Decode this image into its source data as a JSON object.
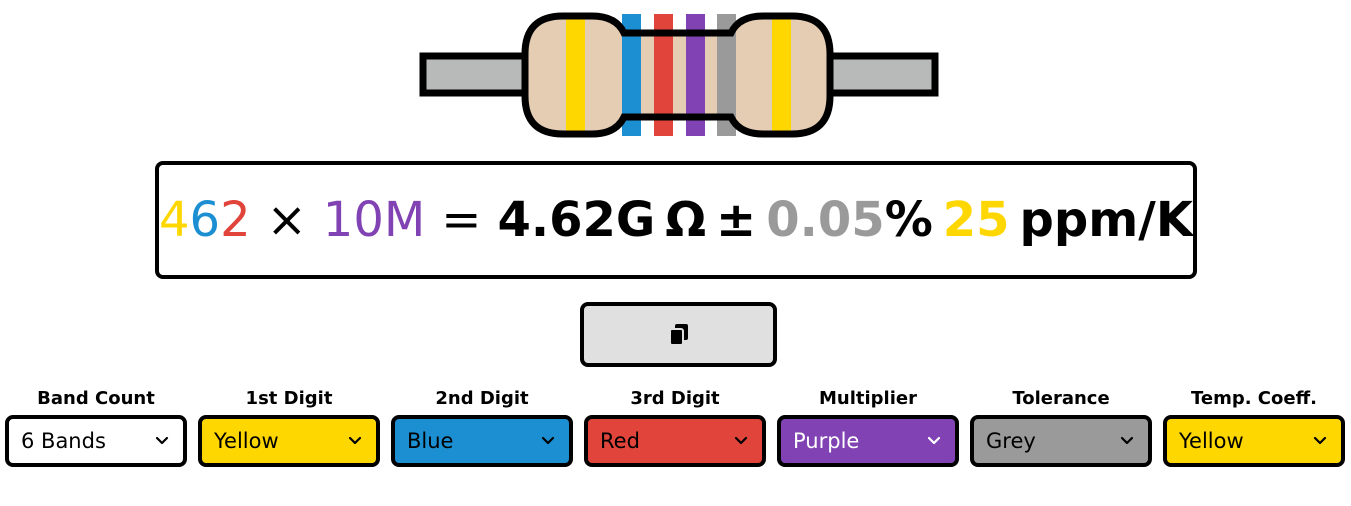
{
  "formula": {
    "digit1": "4",
    "digit2": "6",
    "digit3": "2",
    "times": "×",
    "multiplier": "10M",
    "equals": "=",
    "value": "4.62G",
    "unit": "Ω",
    "plusminus": "±",
    "tolerance": "0.05",
    "percent": "%",
    "tempcoeff": "25",
    "tempunit": "ppm/K"
  },
  "colors": {
    "black": "#000000",
    "brown": "#8B4513",
    "red": "#e0443a",
    "orange": "#f39c12",
    "yellow": "#ffd700",
    "green": "#27ae60",
    "blue": "#1b8fd1",
    "purple": "#8143b3",
    "grey": "#9a9a9a",
    "white": "#ffffff",
    "body": "#e5cdb4",
    "lead": "#b8bab9"
  },
  "bands": [
    "yellow",
    "blue",
    "red",
    "purple",
    "grey",
    "yellow"
  ],
  "copy_button": {
    "icon": "copy-icon"
  },
  "controls": [
    {
      "label": "Band Count",
      "value": "6 Bands",
      "color": "white"
    },
    {
      "label": "1st Digit",
      "value": "Yellow",
      "color": "yellow"
    },
    {
      "label": "2nd Digit",
      "value": "Blue",
      "color": "blue"
    },
    {
      "label": "3rd Digit",
      "value": "Red",
      "color": "red"
    },
    {
      "label": "Multiplier",
      "value": "Purple",
      "color": "purple"
    },
    {
      "label": "Tolerance",
      "value": "Grey",
      "color": "grey"
    },
    {
      "label": "Temp. Coeff.",
      "value": "Yellow",
      "color": "yellow"
    }
  ]
}
